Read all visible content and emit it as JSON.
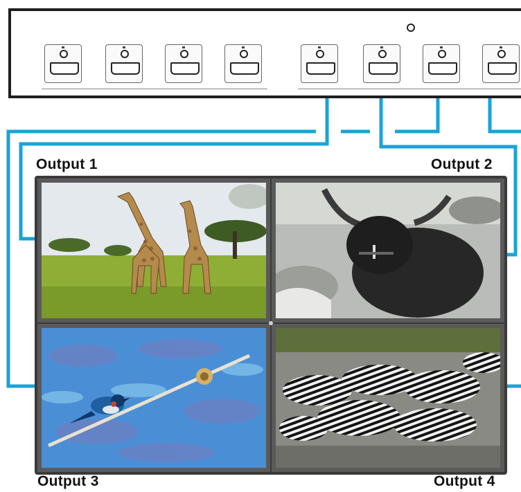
{
  "outputs": {
    "o1": "Output 1",
    "o2": "Output 2",
    "o3": "Output 3",
    "o4": "Output 4"
  },
  "colors": {
    "cable": "#1aa3d6",
    "frame": "#3a3a3a",
    "device_border": "#1f1f1f"
  },
  "icons": [
    "hdmi-port-icon",
    "led-indicator-icon"
  ]
}
